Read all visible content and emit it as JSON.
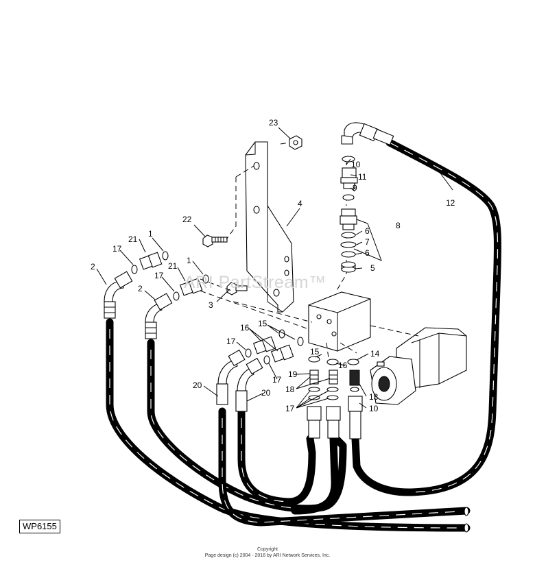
{
  "diagram": {
    "id_label": "WP6155",
    "watermark": "ARI PartStream™",
    "footer": {
      "copyright": "Copyright",
      "credit": "Page design (c) 2004 - 2016 by ARI Network Services, Inc."
    },
    "callouts": {
      "c1a": "1",
      "c1b": "1",
      "c2a": "2",
      "c2b": "2",
      "c3": "3",
      "c4": "4",
      "c5": "5",
      "c6a": "6",
      "c6b": "6",
      "c7": "7",
      "c8": "8",
      "c9": "9",
      "c10a": "10",
      "c10b": "10",
      "c11": "11",
      "c12": "12",
      "c13": "13",
      "c14": "14",
      "c15a": "15",
      "c15b": "15",
      "c16a": "16",
      "c16b": "16",
      "c17a": "17",
      "c17b": "17",
      "c17c": "17",
      "c17d": "17",
      "c17e": "17",
      "c18": "18",
      "c19": "19",
      "c20a": "20",
      "c20b": "20",
      "c21a": "21",
      "c21b": "21",
      "c22": "22",
      "c23": "23"
    }
  }
}
